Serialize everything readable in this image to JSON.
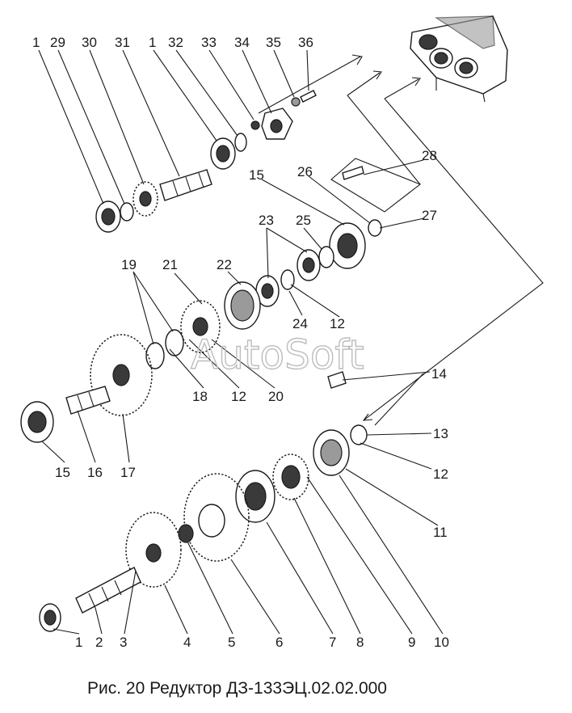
{
  "caption": "Рис. 20 Редуктор  ДЗ-133ЭЦ.02.02.000",
  "watermark": "AutoSoft",
  "callouts": {
    "n1a": "1",
    "n29": "29",
    "n30": "30",
    "n31": "31",
    "n1b": "1",
    "n32": "32",
    "n33": "33",
    "n34": "34",
    "n35": "35",
    "n36": "36",
    "n28": "28",
    "n26": "26",
    "n15a": "15",
    "n27": "27",
    "n23": "23",
    "n25": "25",
    "n22": "22",
    "n21": "21",
    "n19": "19",
    "n24": "24",
    "n12a": "12",
    "n14": "14",
    "n18": "18",
    "n12b": "12",
    "n20": "20",
    "n13": "13",
    "n12c": "12",
    "n15b": "15",
    "n16": "16",
    "n17": "17",
    "n11": "11",
    "n1c": "1",
    "n2": "2",
    "n3": "3",
    "n4": "4",
    "n5": "5",
    "n6": "6",
    "n7": "7",
    "n8": "8",
    "n9": "9",
    "n10": "10"
  }
}
